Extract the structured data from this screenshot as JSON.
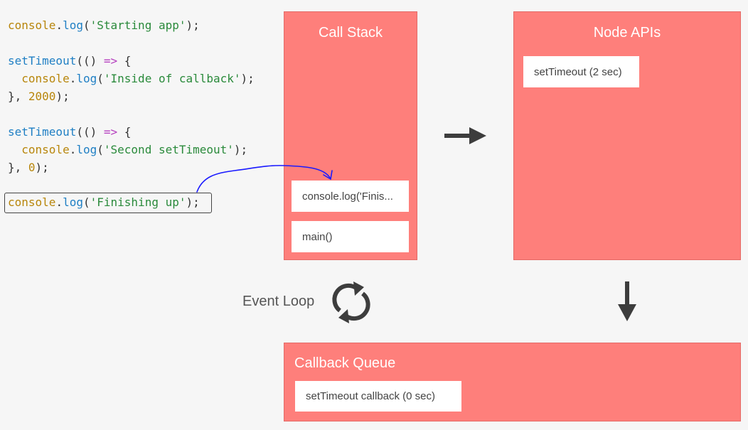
{
  "code": {
    "line1": {
      "obj": "console",
      "dot": ".",
      "fn": "log",
      "open": "(",
      "str": "'Starting app'",
      "close": ");"
    },
    "line2": {
      "fn": "setTimeout",
      "open": "(() ",
      "arrow": "=>",
      "brace": " {"
    },
    "line3": {
      "indent": "  ",
      "obj": "console",
      "dot": ".",
      "fn": "log",
      "open": "(",
      "str": "'Inside of callback'",
      "close": ");"
    },
    "line4": {
      "start": "}, ",
      "num": "2000",
      "close": ");"
    },
    "line5": {
      "fn": "setTimeout",
      "open": "(() ",
      "arrow": "=>",
      "brace": " {"
    },
    "line6": {
      "indent": "  ",
      "obj": "console",
      "dot": ".",
      "fn": "log",
      "open": "(",
      "str": "'Second setTimeout'",
      "close": ");"
    },
    "line7": {
      "start": "}, ",
      "num": "0",
      "close": ");"
    },
    "line8": {
      "obj": "console",
      "dot": ".",
      "fn": "log",
      "open": "(",
      "str": "'Finishing up'",
      "close": ");"
    }
  },
  "call_stack": {
    "title": "Call Stack",
    "items": [
      "console.log('Finis...",
      "main()"
    ]
  },
  "node_apis": {
    "title": "Node APIs",
    "items": [
      "setTimeout (2 sec)"
    ]
  },
  "callback_queue": {
    "title": "Callback Queue",
    "items": [
      "setTimeout callback (0 sec)"
    ]
  },
  "event_loop": {
    "label": "Event Loop",
    "icon": "refresh-cycle-icon"
  },
  "colors": {
    "panel": "#fe7f7b",
    "card": "#ffffff",
    "arrow": "#3d3d3d",
    "annotation": "#1a1aff"
  }
}
